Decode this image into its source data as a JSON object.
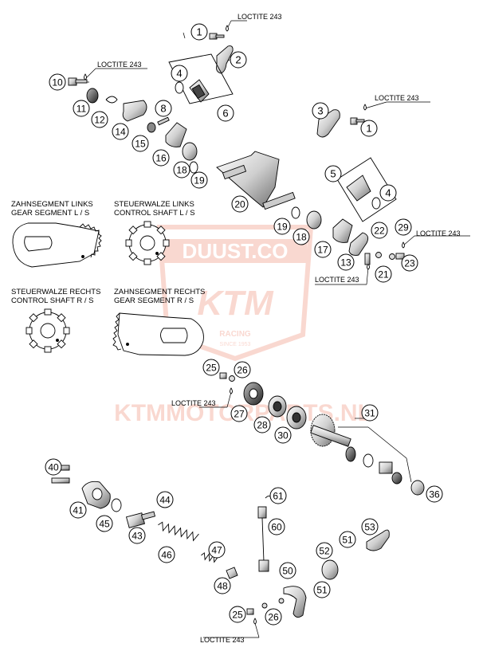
{
  "loctite_label": "LOCTITE 243",
  "gear_segment_left": {
    "line1": "ZAHNSEGMENT LINKS",
    "line2": "GEAR SEGMENT L / S"
  },
  "control_shaft_left": {
    "line1": "STEUERWALZE LINKS",
    "line2": "CONTROL SHAFT L / S"
  },
  "control_shaft_right": {
    "line1": "STEUERWALZE RECHTS",
    "line2": "CONTROL SHAFT R / S"
  },
  "gear_segment_right": {
    "line1": "ZAHNSEGMENT RECHTS",
    "line2": "GEAR SEGMENT R / S"
  },
  "watermark": {
    "top": "DUUST.CO",
    "brand": "KTM",
    "racing": "RACING",
    "since": "SINCE 1953",
    "bottom": "KTMMOTORPARTS.NL"
  },
  "part_numbers": [
    "1",
    "2",
    "3",
    "4",
    "5",
    "6",
    "8",
    "10",
    "11",
    "12",
    "13",
    "14",
    "15",
    "16",
    "17",
    "18",
    "19",
    "20",
    "21",
    "22",
    "23",
    "25",
    "26",
    "27",
    "28",
    "29",
    "30",
    "31",
    "36",
    "40",
    "41",
    "43",
    "44",
    "45",
    "46",
    "47",
    "48",
    "50",
    "51",
    "52",
    "53",
    "60",
    "61"
  ],
  "colors": {
    "ink": "#000000",
    "watermark": "#e8502f",
    "part_fill": "#ffffff",
    "shade": "#888888"
  }
}
